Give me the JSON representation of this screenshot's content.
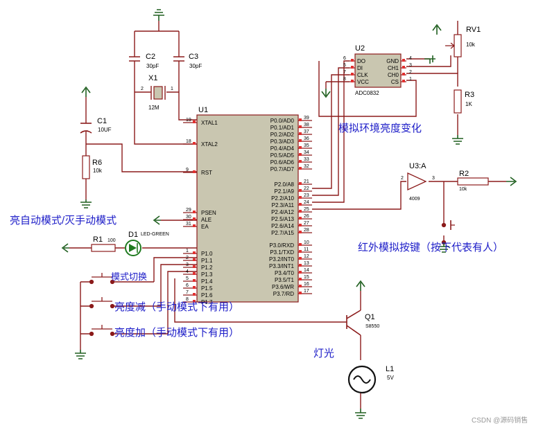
{
  "components": {
    "u1": {
      "ref": "U1"
    },
    "u2": {
      "ref": "U2",
      "part": "ADC0832"
    },
    "u3": {
      "ref": "U3:A",
      "part": "4009"
    },
    "rv1": {
      "ref": "RV1",
      "value": "10k"
    },
    "r1": {
      "ref": "R1",
      "value": "100"
    },
    "r2": {
      "ref": "R2",
      "value": "10k"
    },
    "r3": {
      "ref": "R3",
      "value": "1K"
    },
    "r6": {
      "ref": "R6",
      "value": "10k"
    },
    "c1": {
      "ref": "C1",
      "value": "10UF"
    },
    "c2": {
      "ref": "C2",
      "value": "30pF"
    },
    "c3": {
      "ref": "C3",
      "value": "30pF"
    },
    "x1": {
      "ref": "X1",
      "value": "12M"
    },
    "d1": {
      "ref": "D1",
      "part": "LED-GREEN"
    },
    "q1": {
      "ref": "Q1",
      "part": "S8550"
    },
    "l1": {
      "ref": "L1",
      "value": "5V"
    }
  },
  "u1_left_pins": [
    {
      "num": "19",
      "name": "XTAL1"
    },
    {
      "num": "18",
      "name": "XTAL2"
    },
    {
      "num": "9",
      "name": "RST"
    },
    {
      "num": "29",
      "name": "PSEN"
    },
    {
      "num": "30",
      "name": "ALE"
    },
    {
      "num": "31",
      "name": "EA"
    },
    {
      "num": "1",
      "name": "P1.0"
    },
    {
      "num": "2",
      "name": "P1.1"
    },
    {
      "num": "3",
      "name": "P1.2"
    },
    {
      "num": "4",
      "name": "P1.3"
    },
    {
      "num": "5",
      "name": "P1.4"
    },
    {
      "num": "6",
      "name": "P1.5"
    },
    {
      "num": "7",
      "name": "P1.6"
    },
    {
      "num": "8",
      "name": "P1.7"
    }
  ],
  "u1_right_pins": [
    {
      "num": "39",
      "name": "P0.0/AD0"
    },
    {
      "num": "38",
      "name": "P0.1/AD1"
    },
    {
      "num": "37",
      "name": "P0.2/AD2"
    },
    {
      "num": "36",
      "name": "P0.3/AD3"
    },
    {
      "num": "35",
      "name": "P0.4/AD4"
    },
    {
      "num": "34",
      "name": "P0.5/AD5"
    },
    {
      "num": "33",
      "name": "P0.6/AD6"
    },
    {
      "num": "32",
      "name": "P0.7/AD7"
    },
    {
      "num": "21",
      "name": "P2.0/A8"
    },
    {
      "num": "22",
      "name": "P2.1/A9"
    },
    {
      "num": "23",
      "name": "P2.2/A10"
    },
    {
      "num": "24",
      "name": "P2.3/A11"
    },
    {
      "num": "25",
      "name": "P2.4/A12"
    },
    {
      "num": "26",
      "name": "P2.5/A13"
    },
    {
      "num": "27",
      "name": "P2.6/A14"
    },
    {
      "num": "28",
      "name": "P2.7/A15"
    },
    {
      "num": "10",
      "name": "P3.0/RXD"
    },
    {
      "num": "11",
      "name": "P3.1/TXD"
    },
    {
      "num": "12",
      "name": "P3.2/INT0"
    },
    {
      "num": "13",
      "name": "P3.3/INT1"
    },
    {
      "num": "14",
      "name": "P3.4/T0"
    },
    {
      "num": "15",
      "name": "P3.5/T1"
    },
    {
      "num": "16",
      "name": "P3.6/WR"
    },
    {
      "num": "17",
      "name": "P3.7/RD"
    }
  ],
  "u2_left_pins": [
    {
      "num": "6",
      "name": "DO"
    },
    {
      "num": "5",
      "name": "DI"
    },
    {
      "num": "7",
      "name": "CLK"
    },
    {
      "num": "8",
      "name": "VCC"
    }
  ],
  "u2_right_pins": [
    {
      "num": "4",
      "name": "GND"
    },
    {
      "num": "3",
      "name": "CH1"
    },
    {
      "num": "2",
      "name": "CH0"
    },
    {
      "num": "1",
      "name": "CS"
    }
  ],
  "crystal_pins": {
    "left": "2",
    "right": "1"
  },
  "u3_pins": {
    "in": "2",
    "out": "3"
  },
  "annotations": {
    "light_env": "模拟环境亮度变化",
    "auto_manual": "亮自动模式/灭手动模式",
    "ir_key": "红外模拟按键（按下代表有人）",
    "mode_switch": "模式切换",
    "bright_down": "亮度减（手动模式下有用）",
    "bright_up": "亮度加（手动模式下有用）",
    "lamp": "灯光"
  },
  "watermark": "CSDN @源码销售",
  "colors": {
    "wire": "#8b1a1a",
    "chip_fill": "#c9c6b0",
    "chip_border": "#8b1a1a",
    "annotation": "#1d1dc8",
    "ground": "#1f5f1f",
    "text": "#111111",
    "pin_red": "#e23030",
    "pin_blue": "#3030e0"
  }
}
